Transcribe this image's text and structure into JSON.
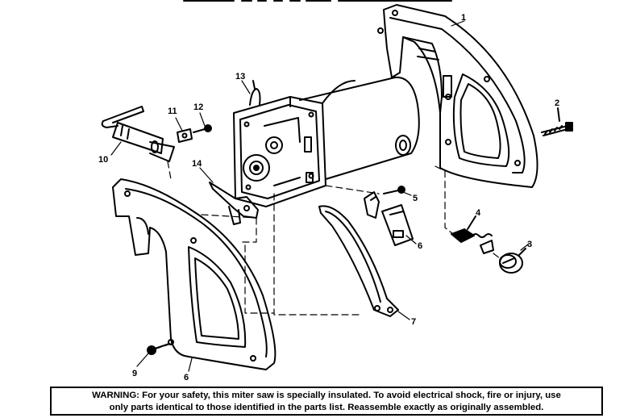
{
  "callouts": {
    "c1": "1",
    "c2": "2",
    "c3": "3",
    "c4": "4",
    "c5": "5",
    "c6a": "6",
    "c6b": "6",
    "c7": "7",
    "c9": "9",
    "c10": "10",
    "c11": "11",
    "c12": "12",
    "c13": "13",
    "c14": "14"
  },
  "warning": {
    "line1": "WARNING: For your safety, this miter saw is specially insulated. To avoid electrical shock, fire or injury, use",
    "line2": "only parts identical to those identified in the parts list. Reassemble exactly as originally assembled."
  },
  "colors": {
    "ink": "#000000",
    "paper": "#ffffff"
  }
}
